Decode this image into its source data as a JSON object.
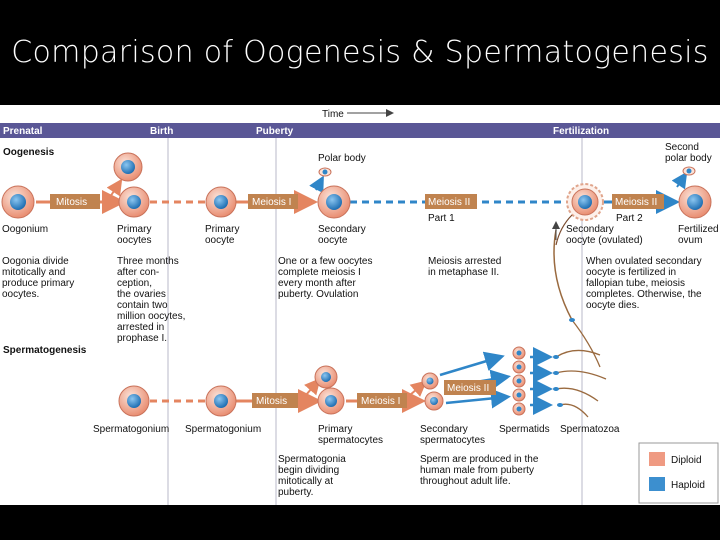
{
  "title": "Comparison of Oogenesis & Spermatogenesis",
  "time_label": "Time",
  "timeline": [
    "Prenatal",
    "Birth",
    "Puberty",
    "Fertilization"
  ],
  "sections": {
    "oogenesis": "Oogenesis",
    "spermatogenesis": "Spermatogenesis"
  },
  "oogenesis": {
    "steps": {
      "mitosis": "Mitosis",
      "meiosis1": "Meiosis I",
      "meiosis2a": "Meiosis II",
      "part1": "Part 1",
      "meiosis2b": "Meiosis II",
      "part2": "Part 2"
    },
    "polar_body": "Polar body",
    "second_polar_body": [
      "Second",
      "polar body"
    ],
    "cells": {
      "oogonium": [
        "Oogonium"
      ],
      "primary1": [
        "Primary",
        "oocytes"
      ],
      "primary2": [
        "Primary",
        "oocyte"
      ],
      "secondary": [
        "Secondary",
        "oocyte"
      ],
      "ovulated": [
        "Secondary",
        "oocyte (ovulated)"
      ],
      "ovum": [
        "Fertilized",
        "ovum"
      ]
    },
    "notes": {
      "oogonia": [
        "Oogonia divide",
        "mitotically and",
        "produce primary",
        "oocytes."
      ],
      "three_months": [
        "Three months",
        "after con-",
        "ception,",
        "the ovaries",
        "contain two",
        "million oocytes,",
        "arrested in",
        "prophase I."
      ],
      "one_or_few": [
        "One or a few oocytes",
        "complete meiosis I",
        "every month after",
        "puberty. Ovulation"
      ],
      "arrested": [
        "Meiosis arrested",
        "in metaphase II."
      ],
      "when_ovulated": [
        "When ovulated secondary",
        "oocyte is fertilized in",
        "fallopian tube, meiosis",
        "completes. Otherwise, the",
        "oocyte dies."
      ]
    }
  },
  "spermatogenesis": {
    "steps": {
      "mitosis": "Mitosis",
      "meiosis1": "Meiosis I",
      "meiosis2": "Meiosis II"
    },
    "cells": {
      "spermatogonium1": "Spermatogonium",
      "spermatogonium2": "Spermatogonium",
      "primary": [
        "Primary",
        "spermatocytes"
      ],
      "secondary": [
        "Secondary",
        "spermatocytes"
      ],
      "spermatids": "Spermatids",
      "spermatozoa": "Spermatozoa"
    },
    "notes": {
      "spermatogonia": [
        "Spermatogonia",
        "begin dividing",
        "mitotically at",
        "puberty."
      ],
      "sperm": [
        "Sperm are produced in the",
        "human male from puberty",
        "throughout adult life."
      ]
    }
  },
  "legend": [
    {
      "label": "Diploid",
      "color": "#ef9a82"
    },
    {
      "label": "Haploid",
      "color": "#3c8fcf"
    }
  ],
  "colors": {
    "band": "#5a5796",
    "diploid_arrow": "#e48560",
    "haploid_arrow": "#2f86c8",
    "step_box": "#c0834f",
    "cell": "#ee9c84",
    "nucleus": "#3d8fd0"
  }
}
